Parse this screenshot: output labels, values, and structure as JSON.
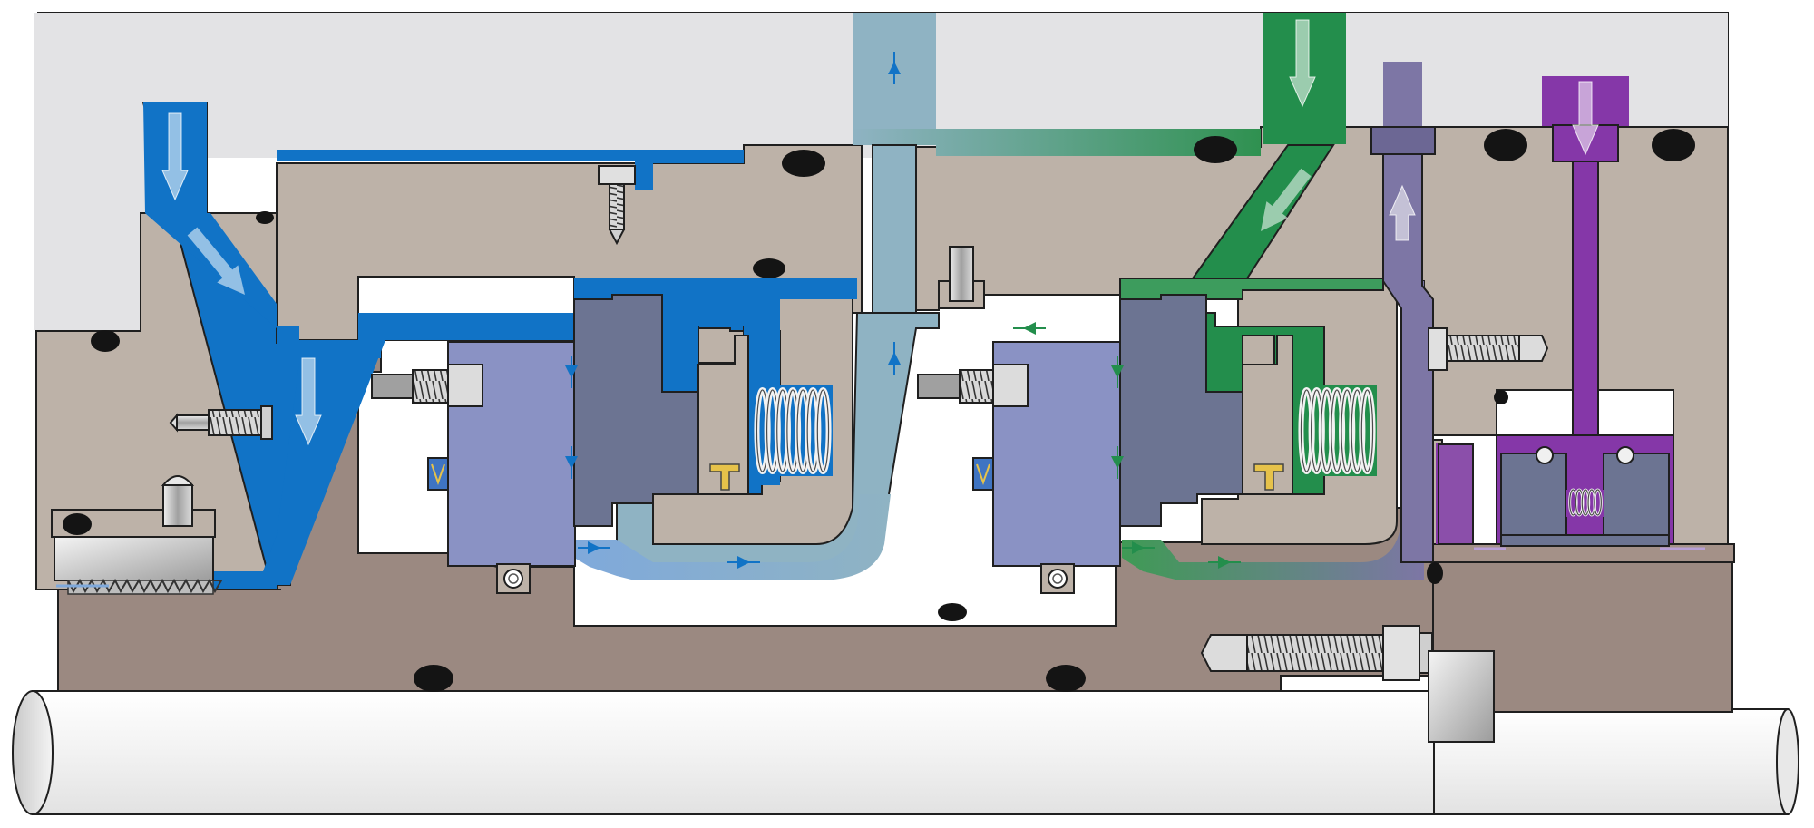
{
  "diagram": {
    "type": "mechanical-seal-cross-section",
    "text_labels": [],
    "colors": {
      "background": "#ffffff",
      "housing": "#e3e3e5",
      "gland": "#bdb2a8",
      "sleeve": "#9b8981",
      "shaft": "#eeeeee",
      "face": "#8a92c4",
      "holder": "#6c7492",
      "barrier_blue": "#1173c6",
      "flush_light_blue": "#8fb3c3",
      "outlet_green": "#238e4c",
      "quench_purple": "#8537a8",
      "vent_lavender": "#7d76a5",
      "oring": "#141414"
    },
    "components": [
      "housing",
      "gland-plate",
      "shaft-sleeve",
      "shaft",
      "inboard-rotating-face",
      "outboard-rotating-face",
      "inboard-stationary-holder",
      "outboard-stationary-holder",
      "inboard-spring",
      "outboard-spring",
      "quench-spring",
      "set-screws",
      "anti-rotation-pins",
      "o-rings",
      "drive-collar"
    ],
    "flow_circuits": [
      {
        "id": "barrier-inlet",
        "color": "blue",
        "direction": "down"
      },
      {
        "id": "flush-return",
        "color": "light-blue",
        "direction": "up"
      },
      {
        "id": "outlet",
        "color": "green",
        "direction": "down"
      },
      {
        "id": "vent",
        "color": "lavender",
        "direction": "up"
      },
      {
        "id": "quench",
        "color": "purple",
        "direction": "down"
      }
    ]
  }
}
